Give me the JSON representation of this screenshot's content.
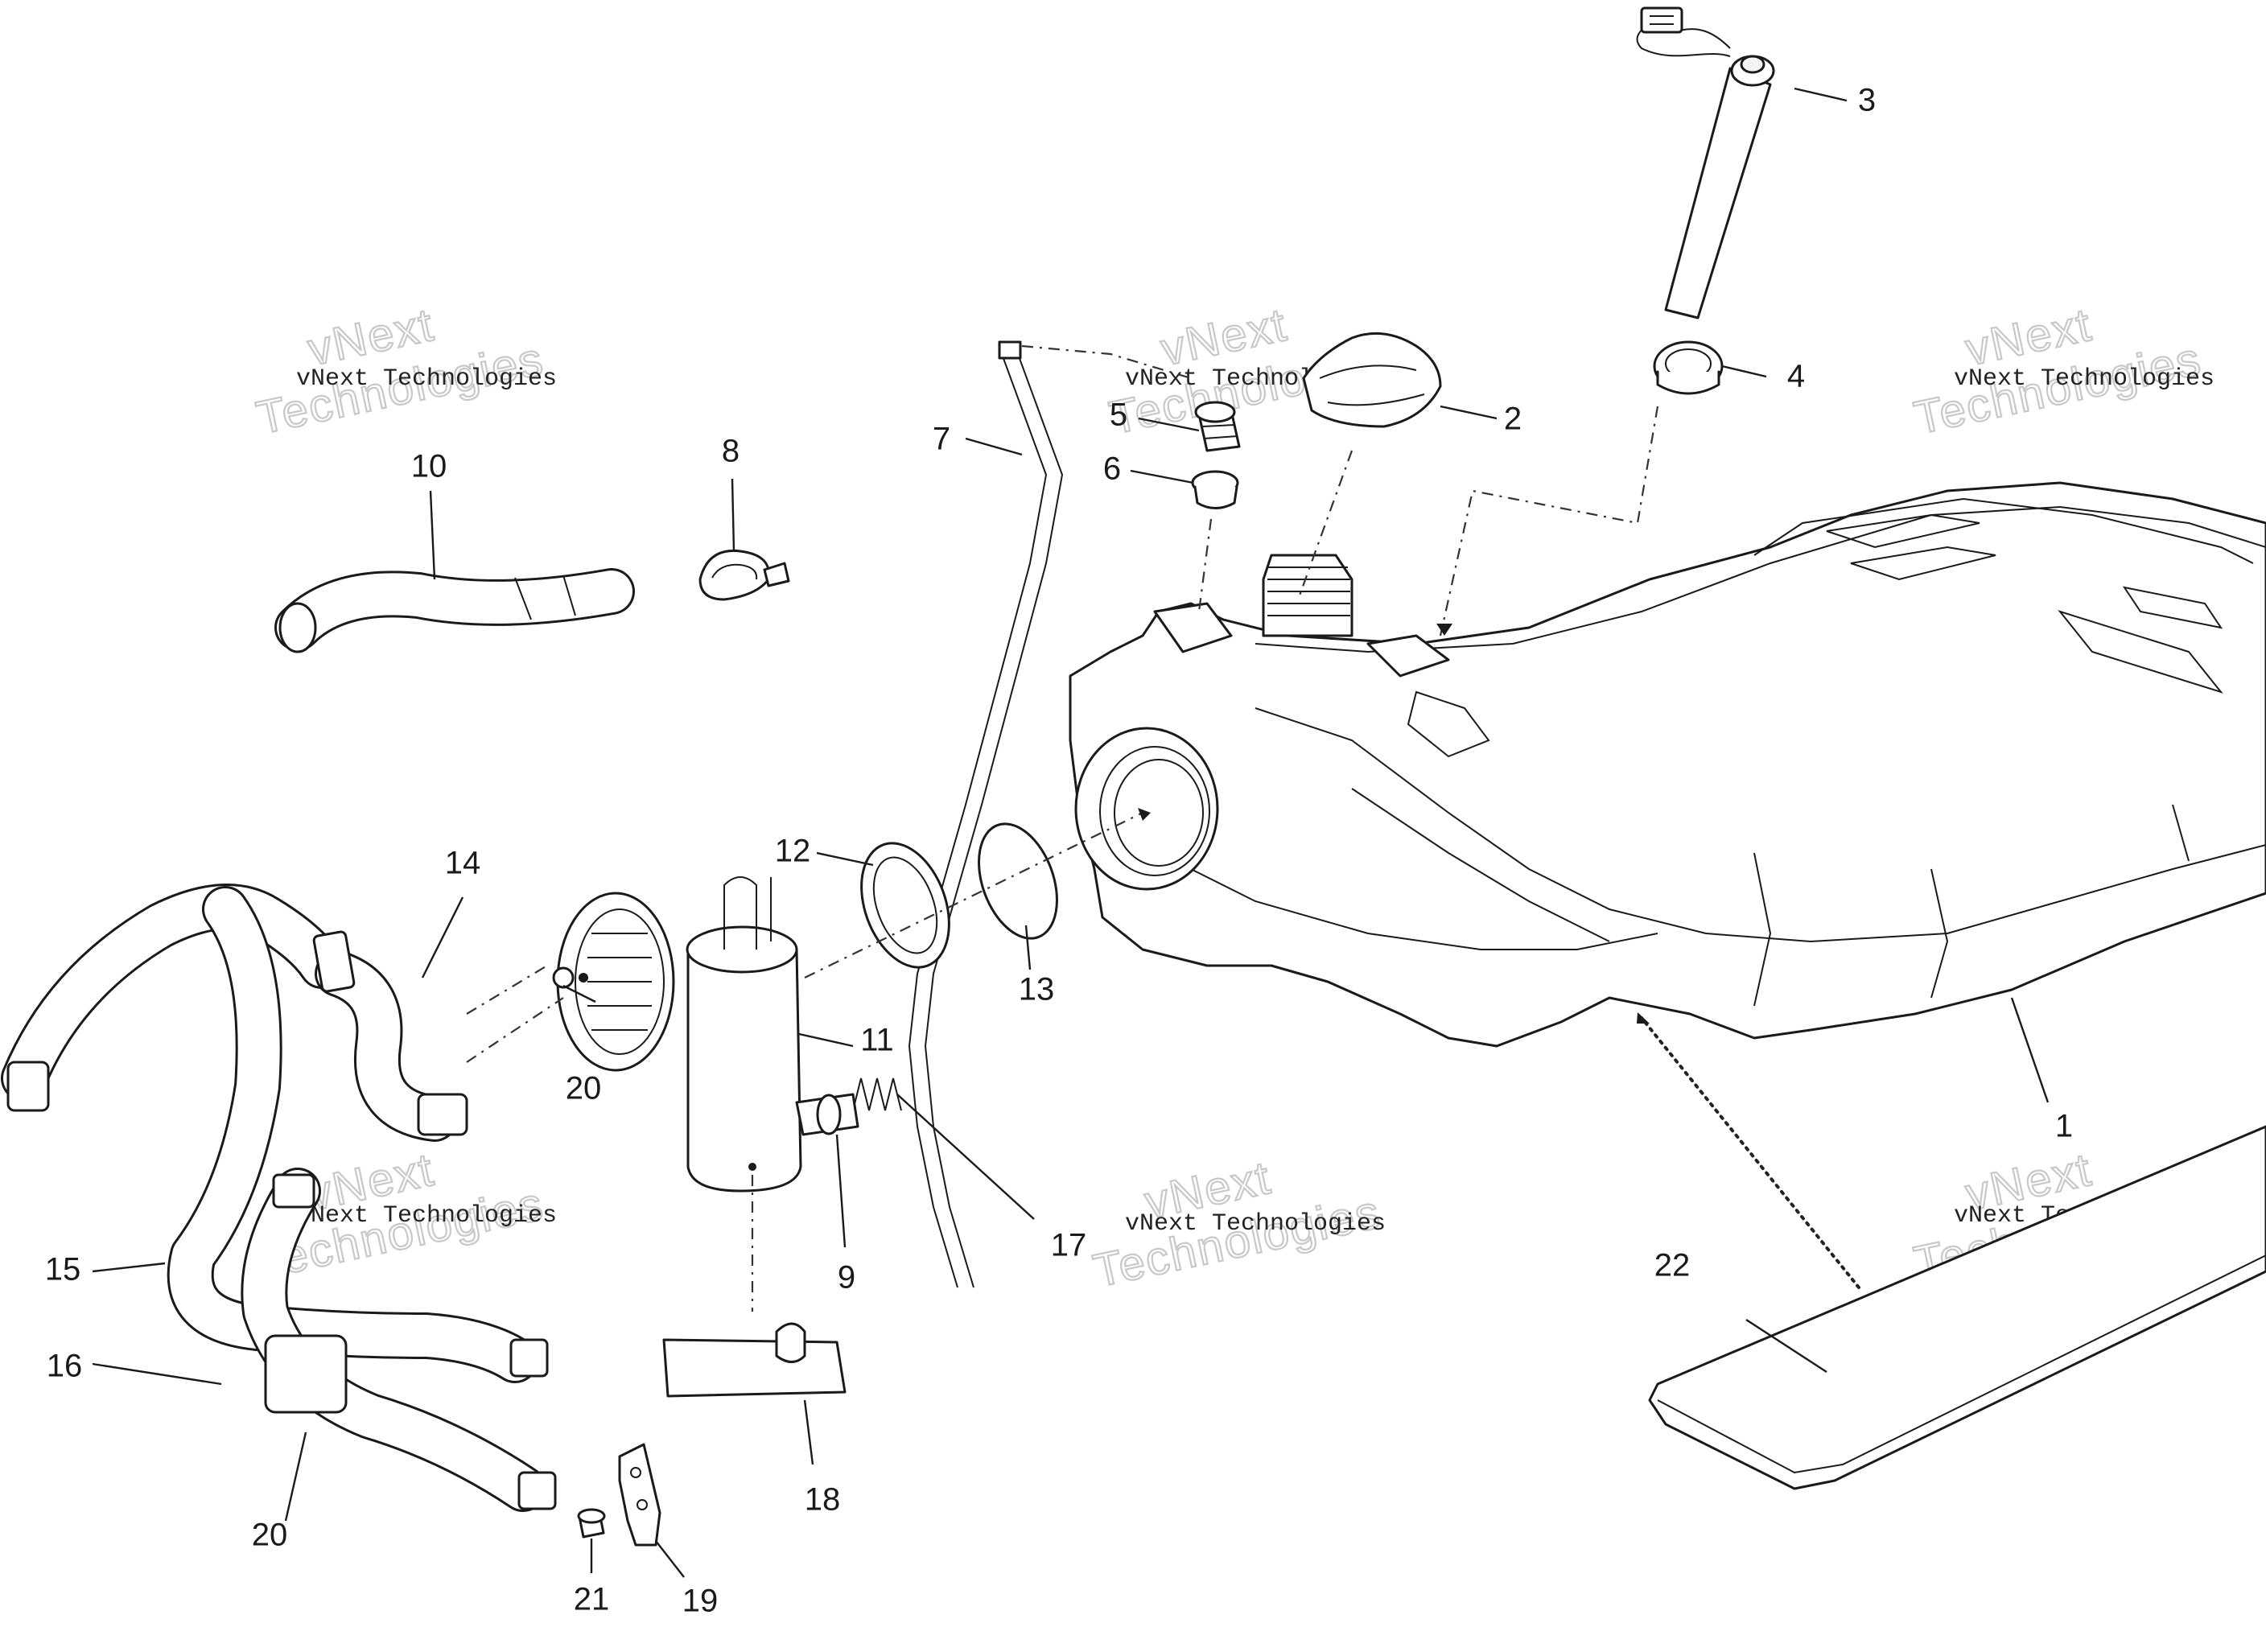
{
  "diagram": {
    "callouts": [
      "1",
      "2",
      "3",
      "4",
      "5",
      "6",
      "7",
      "8",
      "9",
      "10",
      "11",
      "12",
      "13",
      "14",
      "15",
      "16",
      "17",
      "18",
      "19",
      "20",
      "20",
      "21",
      "22"
    ],
    "watermark": {
      "line_small": "vNext Technologies",
      "line_big_1": "vNext",
      "line_big_2": "Technologies"
    }
  }
}
